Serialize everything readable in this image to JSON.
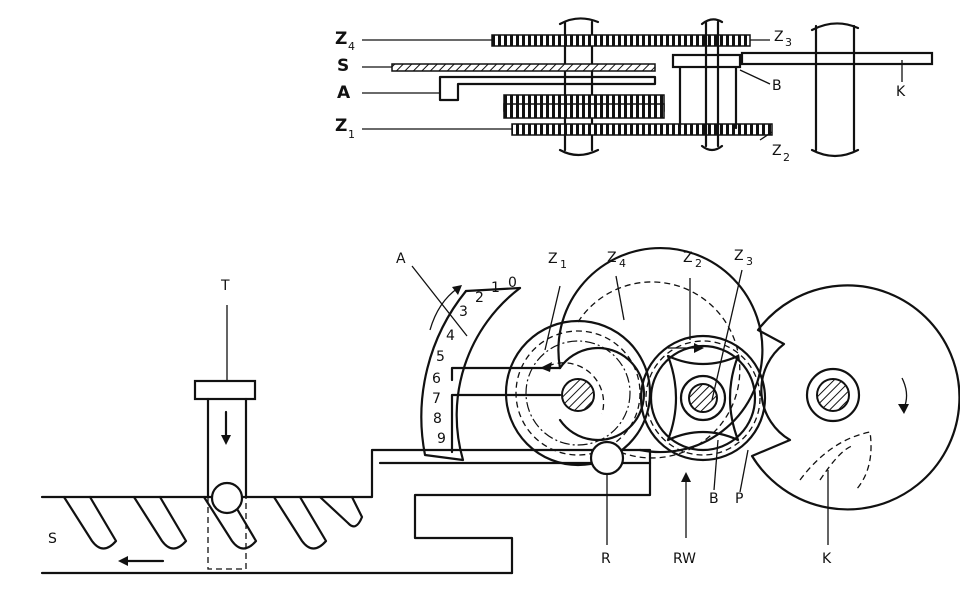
{
  "top_view": {
    "labels": {
      "z4": "Z",
      "z4_sub": "4",
      "s": "S",
      "a": "A",
      "z1": "Z",
      "z1_sub": "1",
      "z3": "Z",
      "z3_sub": "3",
      "b": "B",
      "k": "K",
      "z2": "Z",
      "z2_sub": "2"
    }
  },
  "side_view": {
    "labels": {
      "t": "T",
      "s": "S",
      "a": "A",
      "z1": "Z",
      "z1_sub": "1",
      "z4": "Z",
      "z4_sub": "4",
      "z2": "Z",
      "z2_sub": "2",
      "z3": "Z",
      "z3_sub": "3",
      "r": "R",
      "rw": "RW",
      "b": "B",
      "p": "P",
      "k": "K"
    },
    "dial_digits": [
      "0",
      "1",
      "2",
      "3",
      "4",
      "5",
      "6",
      "7",
      "8",
      "9"
    ]
  }
}
